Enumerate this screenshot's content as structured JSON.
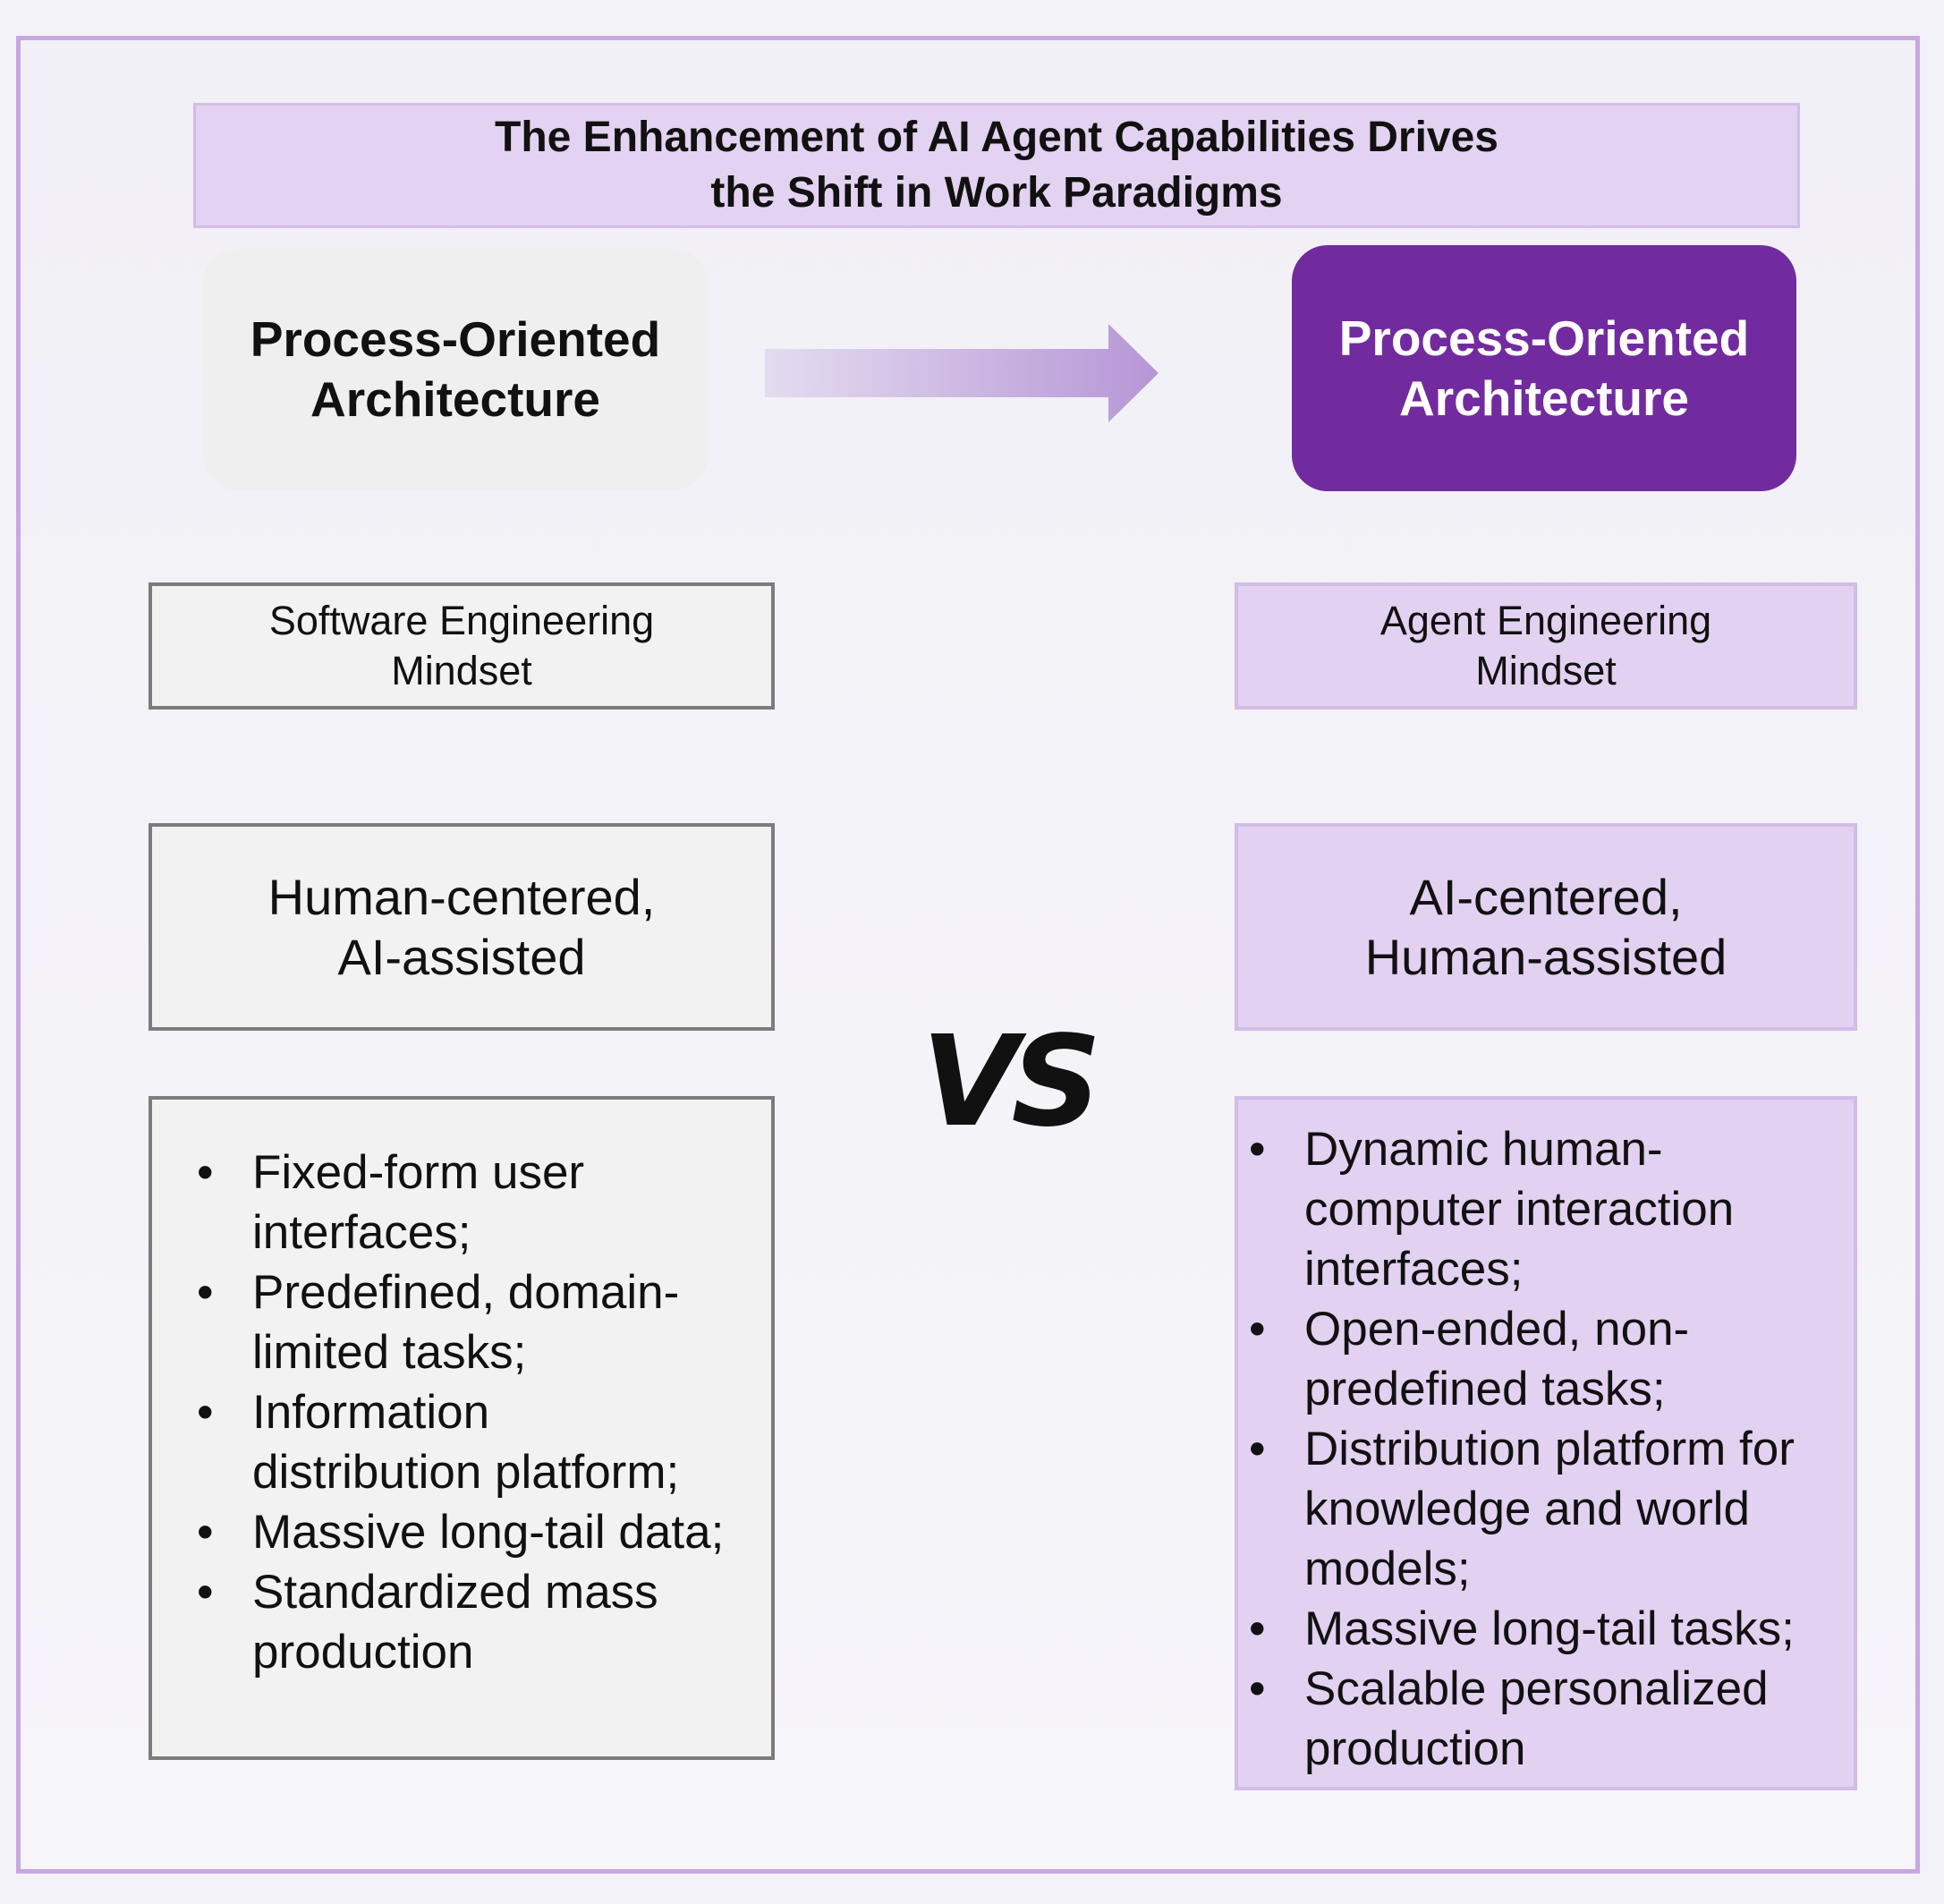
{
  "title": "The Enhancement of AI Agent Capabilities Drives\nthe Shift in Work Paradigms",
  "left": {
    "header": "Process-Oriented\nArchitecture",
    "mindset": "Software Engineering\nMindset",
    "centered": "Human-centered,\nAI-assisted",
    "features": [
      "Fixed-form user interfaces;",
      "Predefined, domain-limited tasks;",
      "Information distribution platform;",
      "Massive long-tail data;",
      "Standardized mass production"
    ]
  },
  "right": {
    "header": "Process-Oriented\nArchitecture",
    "mindset": "Agent Engineering\nMindset",
    "centered": "AI-centered,\nHuman-assisted",
    "features": [
      "Dynamic human-computer interaction interfaces;",
      "Open-ended, non-predefined tasks;",
      "Distribution platform for knowledge and world models;",
      "Massive long-tail tasks;",
      "Scalable personalized production"
    ]
  },
  "vs_label": "VS",
  "colors": {
    "accent_purple": "#722b9f",
    "light_purple": "#e2d1f0",
    "light_grey": "#f2f2f2",
    "frame_border": "#c7a8e2"
  }
}
